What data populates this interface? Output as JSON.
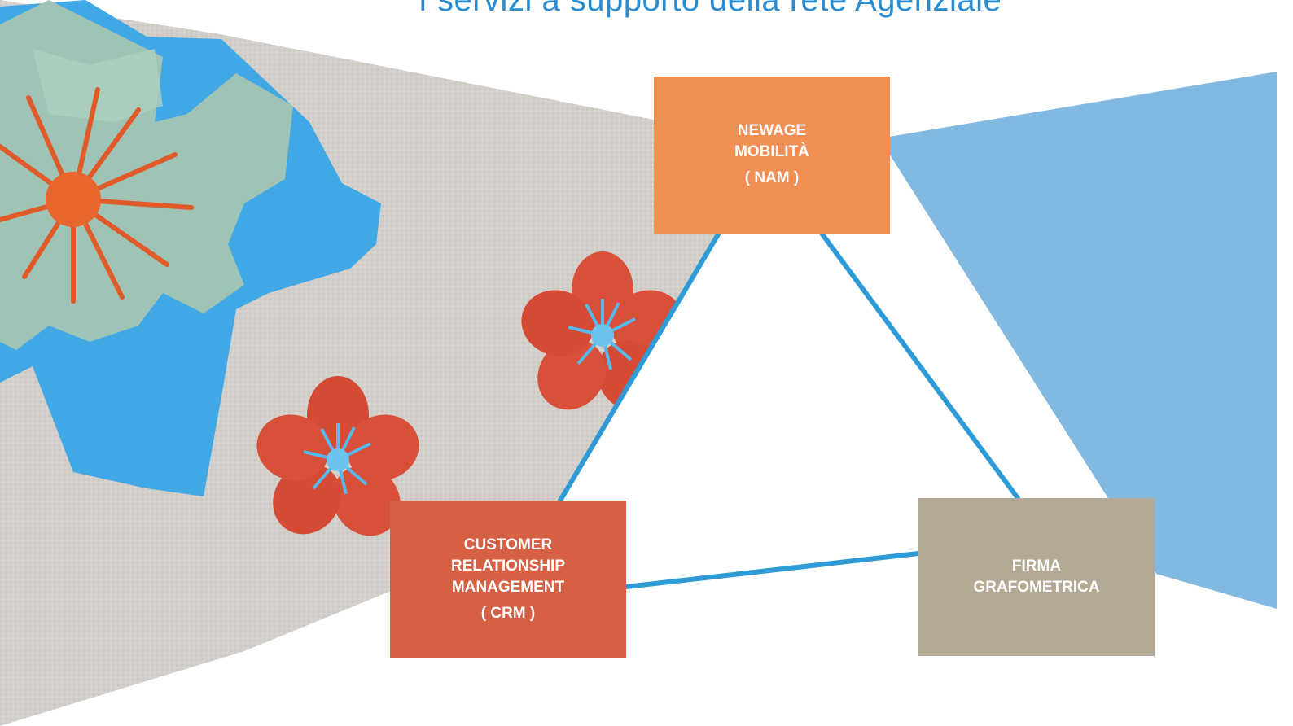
{
  "title": "I servizi a supporto della rete Agenziale",
  "colors": {
    "title": "#2a8cd0",
    "connector": "#2e9bd6",
    "panel_blue": "#82b9e0",
    "paper_gray": "#d3cfca",
    "nam": "#f08e54",
    "crm": "#d66043",
    "firma": "#b2a893"
  },
  "decorations": [
    "large-paper-flower",
    "small-red-flower",
    "small-red-flower"
  ],
  "nodes": {
    "nam": {
      "lines": [
        "NEWAGE",
        "MOBILITÀ"
      ],
      "abbr": "( NAM )",
      "color": "#f08e54"
    },
    "crm": {
      "lines": [
        "CUSTOMER",
        "RELATIONSHIP",
        "MANAGEMENT"
      ],
      "abbr": "( CRM )",
      "color": "#d66043"
    },
    "firma": {
      "lines": [
        "FIRMA",
        "GRAFOMETRICA"
      ],
      "abbr": "",
      "color": "#b2a893"
    }
  },
  "connections": [
    {
      "from": "nam",
      "to": "crm"
    },
    {
      "from": "nam",
      "to": "firma"
    },
    {
      "from": "crm",
      "to": "firma"
    }
  ]
}
